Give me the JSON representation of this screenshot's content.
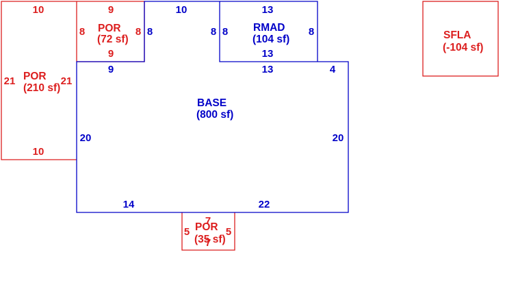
{
  "colors": {
    "living": "#0000c8",
    "porch": "#dc1e1e",
    "background": "#ffffff"
  },
  "areas": {
    "por_left": {
      "code": "POR",
      "area": "(210 sf)",
      "dims": {
        "top": "10",
        "left": "21",
        "right": "21",
        "bottom": "10"
      }
    },
    "por_top": {
      "code": "POR",
      "area": "(72 sf)",
      "dims": {
        "top": "9",
        "left": "8",
        "right": "8",
        "bottom": "9"
      }
    },
    "rmad": {
      "code": "RMAD",
      "area": "(104 sf)",
      "dims": {
        "top": "13",
        "left": "8",
        "right": "8",
        "bottom": "13"
      }
    },
    "base": {
      "code": "BASE",
      "area": "(800 sf)",
      "dims": {
        "connector_top": "10",
        "left_inner": "8",
        "right_inner": "8",
        "top_left": "9",
        "top_right": "13",
        "top_step": "4",
        "left": "20",
        "right": "20",
        "bottom_left": "14",
        "bottom_right": "22"
      }
    },
    "por_bottom": {
      "code": "POR",
      "area": "(35 sf)",
      "dims": {
        "top": "7",
        "left": "5",
        "right": "5",
        "bottom": "7"
      }
    },
    "sfla": {
      "code": "SFLA",
      "area": "(-104 sf)"
    }
  }
}
